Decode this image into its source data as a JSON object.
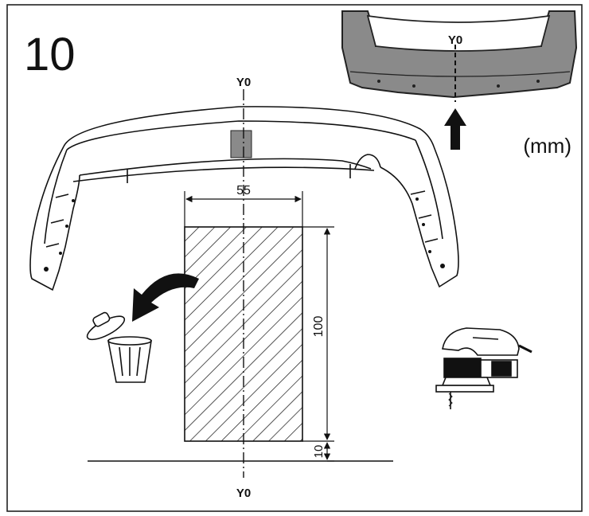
{
  "step_number": "10",
  "unit_label": "(mm)",
  "axis_label_top": "Y0",
  "axis_label_bottom": "Y0",
  "axis_label_inset": "Y0",
  "dimensions": {
    "width": "55",
    "height": "100",
    "offset": "10"
  }
}
